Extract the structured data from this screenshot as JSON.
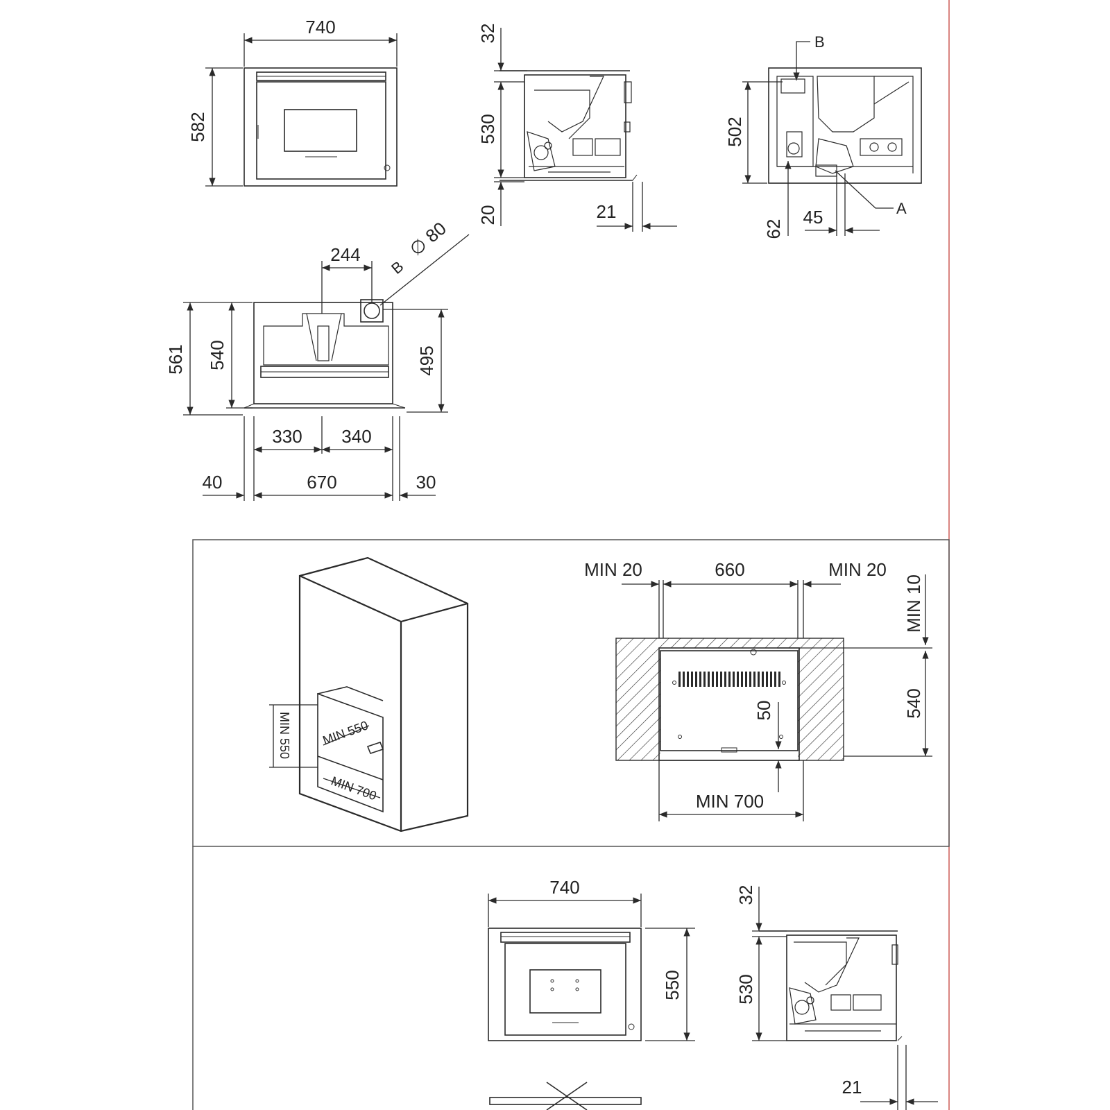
{
  "views": {
    "front_top": {
      "width": "740",
      "height": "582"
    },
    "side_top": {
      "top_offset": "32",
      "height": "530",
      "bottom_offset": "20",
      "depth_offset": "21"
    },
    "rear_top": {
      "label_b": "B",
      "label_a": "A",
      "height": "502",
      "base": "62",
      "offset": "45"
    },
    "plan_top": {
      "flue_label": "B",
      "flue_diameter": "∅ 80",
      "flue_offset": "244",
      "depth_total": "561",
      "depth_body": "540",
      "depth_flue": "495",
      "left_half": "330",
      "right_half": "340",
      "left_margin": "40",
      "body_width": "670",
      "right_margin": "30"
    },
    "niche_iso": {
      "min_height": "MIN 550",
      "min_depth": "MIN 550",
      "min_width": "MIN 700"
    },
    "niche_plan": {
      "min_left": "MIN  20",
      "width": "660",
      "min_right": "MIN  20",
      "min_top": "MIN  10",
      "depth": "540",
      "vent_offset": "50",
      "min_width": "MIN  700"
    },
    "front_bottom": {
      "width": "740",
      "height": "550"
    },
    "side_bottom": {
      "top_offset": "32",
      "height": "530",
      "depth_offset": "21"
    }
  }
}
